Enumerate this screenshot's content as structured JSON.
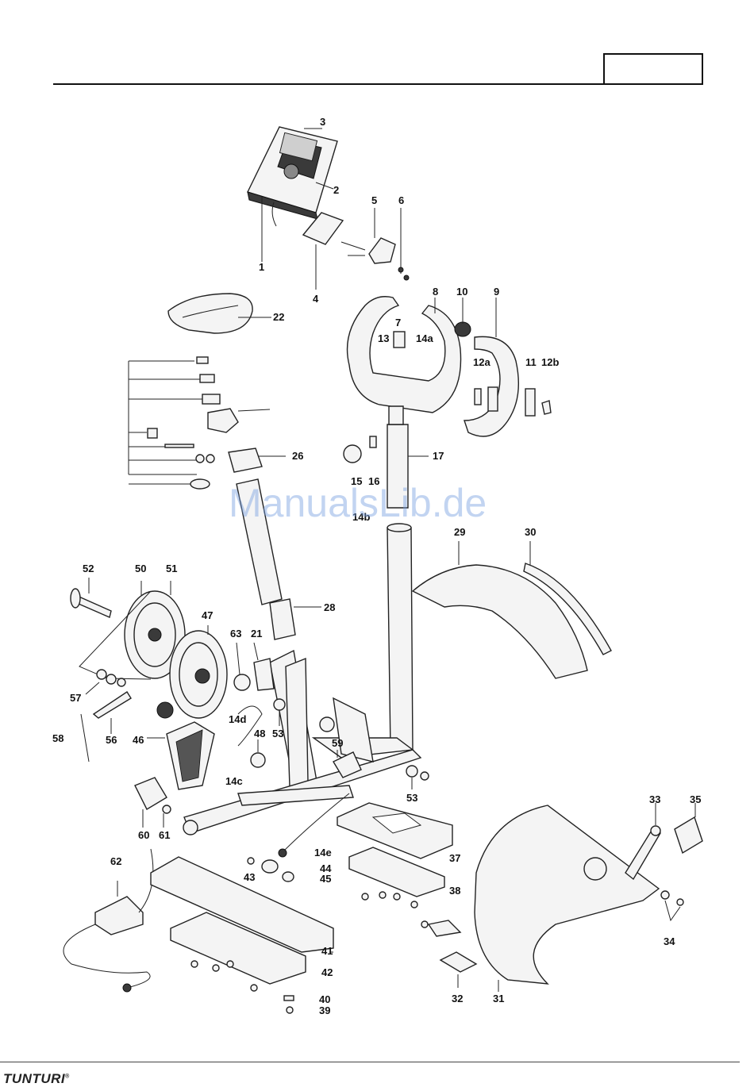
{
  "brand": "TUNTURI",
  "brand_mark": "®",
  "watermark": "ManualsLib.de",
  "callouts": [
    {
      "id": "1",
      "label": "1"
    },
    {
      "id": "2",
      "label": "2"
    },
    {
      "id": "3",
      "label": "3"
    },
    {
      "id": "4",
      "label": "4"
    },
    {
      "id": "5",
      "label": "5"
    },
    {
      "id": "6",
      "label": "6"
    },
    {
      "id": "7",
      "label": "7"
    },
    {
      "id": "8",
      "label": "8"
    },
    {
      "id": "9",
      "label": "9"
    },
    {
      "id": "10",
      "label": "10"
    },
    {
      "id": "11",
      "label": "11"
    },
    {
      "id": "12a",
      "label": "12a"
    },
    {
      "id": "12b",
      "label": "12b"
    },
    {
      "id": "13",
      "label": "13"
    },
    {
      "id": "14a",
      "label": "14a"
    },
    {
      "id": "14b",
      "label": "14b"
    },
    {
      "id": "14c",
      "label": "14c"
    },
    {
      "id": "14d",
      "label": "14d"
    },
    {
      "id": "14e",
      "label": "14e"
    },
    {
      "id": "15",
      "label": "15"
    },
    {
      "id": "16",
      "label": "16"
    },
    {
      "id": "17",
      "label": "17"
    },
    {
      "id": "21",
      "label": "21"
    },
    {
      "id": "22",
      "label": "22"
    },
    {
      "id": "26",
      "label": "26"
    },
    {
      "id": "28",
      "label": "28"
    },
    {
      "id": "29",
      "label": "29"
    },
    {
      "id": "30",
      "label": "30"
    },
    {
      "id": "31",
      "label": "31"
    },
    {
      "id": "32",
      "label": "32"
    },
    {
      "id": "33",
      "label": "33"
    },
    {
      "id": "34",
      "label": "34"
    },
    {
      "id": "35",
      "label": "35"
    },
    {
      "id": "37",
      "label": "37"
    },
    {
      "id": "38",
      "label": "38"
    },
    {
      "id": "39",
      "label": "39"
    },
    {
      "id": "40",
      "label": "40"
    },
    {
      "id": "41",
      "label": "41"
    },
    {
      "id": "42",
      "label": "42"
    },
    {
      "id": "43",
      "label": "43"
    },
    {
      "id": "44",
      "label": "44"
    },
    {
      "id": "45",
      "label": "45"
    },
    {
      "id": "46",
      "label": "46"
    },
    {
      "id": "47",
      "label": "47"
    },
    {
      "id": "48",
      "label": "48"
    },
    {
      "id": "50",
      "label": "50"
    },
    {
      "id": "51",
      "label": "51"
    },
    {
      "id": "52",
      "label": "52"
    },
    {
      "id": "53a",
      "label": "53"
    },
    {
      "id": "53b",
      "label": "53"
    },
    {
      "id": "56",
      "label": "56"
    },
    {
      "id": "57",
      "label": "57"
    },
    {
      "id": "58",
      "label": "58"
    },
    {
      "id": "59",
      "label": "59"
    },
    {
      "id": "60",
      "label": "60"
    },
    {
      "id": "61",
      "label": "61"
    },
    {
      "id": "62",
      "label": "62"
    },
    {
      "id": "63",
      "label": "63"
    }
  ]
}
